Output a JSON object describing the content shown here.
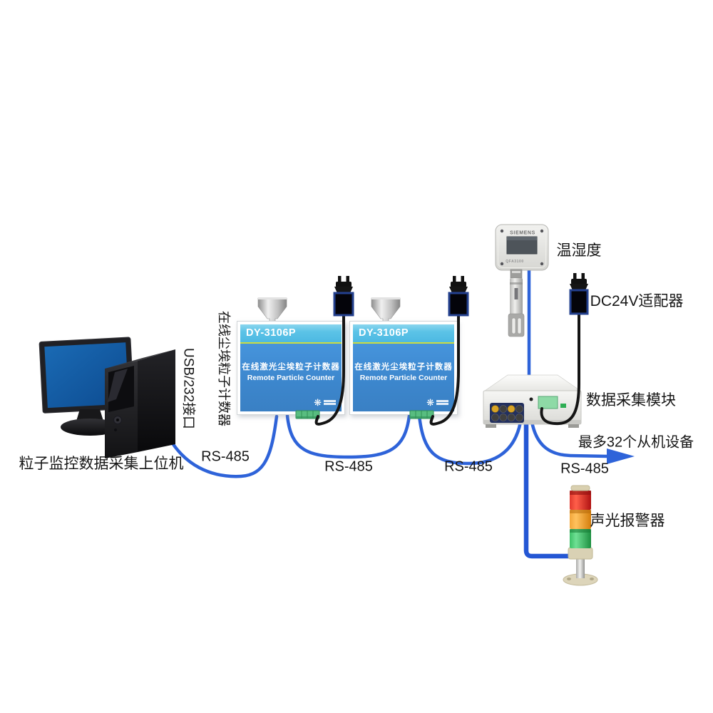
{
  "labels": {
    "host_computer": "粒子监控数据采集上位机",
    "usb_interface": "USB/232接口",
    "counter_group_vertical": "在线尘埃粒子计数器",
    "temp_humidity": "温湿度",
    "dc24v_adapter": "DC24V适配器",
    "data_module": "数据采集模块",
    "max_slaves": "最多32个从机设备",
    "alarm": "声光报警器"
  },
  "rs485": [
    "RS-485",
    "RS-485",
    "RS-485",
    "RS-485"
  ],
  "counter": {
    "model": "DY-3106P",
    "title_cn": "在线激光尘埃粒子计数器",
    "title_en": "Remote Particle Counter"
  },
  "sensor": {
    "brand": "SIEMENS",
    "model": "QFA3100"
  },
  "colors": {
    "cable_blue": "#2e63d9",
    "cable_black": "#141414",
    "counter_header": "#5cc3e7",
    "counter_body": "#3c86cc",
    "divider_yellow": "#ccdc40",
    "alarm_red": "#cf2020",
    "alarm_orange": "#ef9420",
    "alarm_green": "#2fae54",
    "monitor_screen": "#12559e"
  }
}
